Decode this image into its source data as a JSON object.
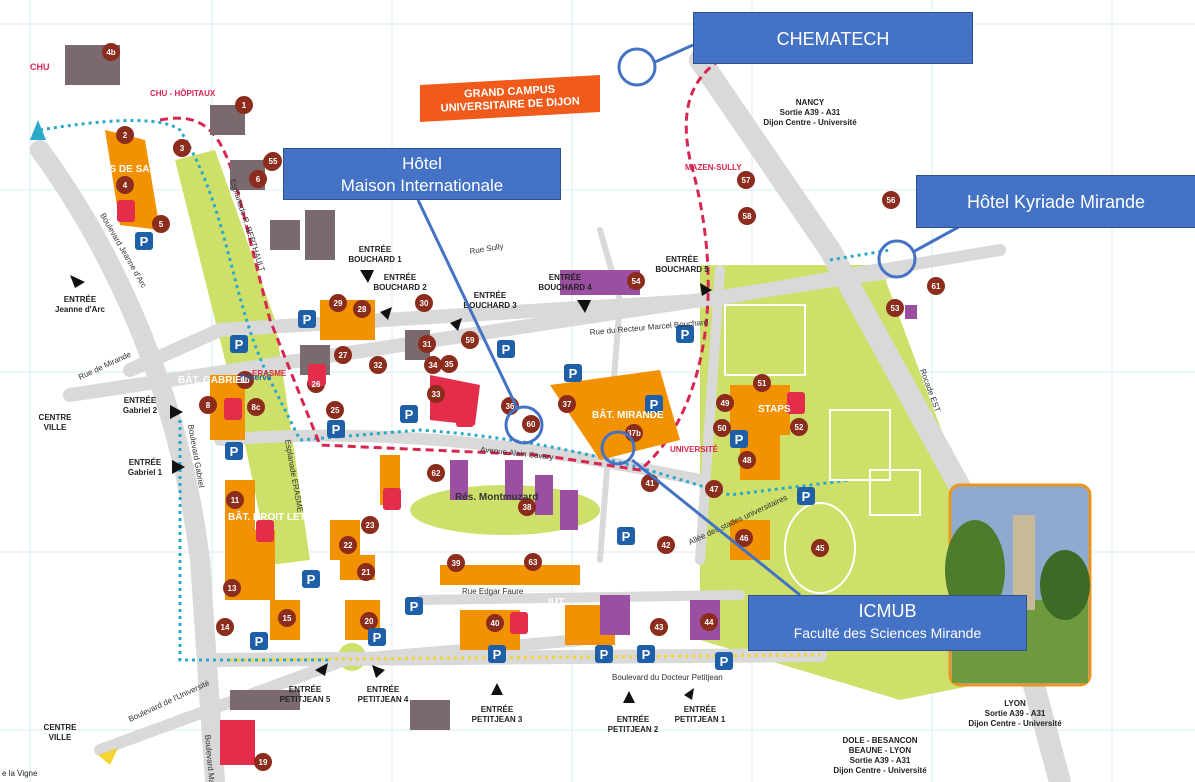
{
  "title": "GRAND CAMPUS\nUNIVERSITAIRE DE DIJON",
  "callouts": {
    "chematech": "CHEMATECH",
    "hotel_maison_line1": "Hôtel",
    "hotel_maison_line2": "Maison Internationale",
    "hotel_kyriade": "Hôtel Kyriade Mirande",
    "icmub_line1": "ICMUB",
    "icmub_line2": "Faculté des Sciences Mirande"
  },
  "directions": {
    "chu": "CHU",
    "chu_hopitaux": "CHU - HÔPITAUX",
    "nancy": "NANCY\nSortie A39 - A31\nDijon Centre - Université",
    "centre_ville_w": "CENTRE\nVILLE",
    "centre_ville_sw": "CENTRE\nVILLE",
    "lyon": "LYON\nSortie A39 - A31\nDijon Centre - Université",
    "dole": "DOLE - BESANCON\nBEAUNE - LYON\nSortie A39 - A31\nDijon Centre - Université",
    "la_vigne": "e la Vigne"
  },
  "entrances": [
    "ENTRÉE\nJeanne d'Arc",
    "ENTRÉE\nGabriel 2",
    "ENTRÉE\nGabriel 1",
    "ENTRÉE\nBOUCHARD 1",
    "ENTRÉE\nBOUCHARD 2",
    "ENTRÉE\nBOUCHARD 3",
    "ENTRÉE\nBOUCHARD 4",
    "ENTRÉE\nBOUCHARD 5",
    "ENTRÉE\nPETITJEAN 5",
    "ENTRÉE\nPETITJEAN 4",
    "ENTRÉE\nPETITJEAN 3",
    "ENTRÉE\nPETITJEAN 2",
    "ENTRÉE\nPETITJEAN 1"
  ],
  "streets": [
    "Rue Sully",
    "Rue du Recteur Marcel Bouchard",
    "Avenue Alain Savary",
    "Rue Edgar Faure",
    "Boulevard du Docteur Petitjean",
    "Boulevard de l'Université",
    "Boulevard Gabriel",
    "Rue de Mirande",
    "Boulevard Jeanne d'Arc",
    "Esplanade R. BERTHAULT",
    "Esplanade ERASME",
    "Rocade EST",
    "Allée des stades universitaires",
    "Boulevard Mansart"
  ],
  "areas": [
    "SCIENCES DE SANTÉ",
    "BÂT. GABRIEL",
    "BÂT. DROIT LETTRES",
    "BÂT. MIRANDE",
    "STAPS",
    "Rés. Montmuzard",
    "IUT",
    "ERASME",
    "UNIVERSITÉ",
    "MAZEN-SULLY",
    "Réservé"
  ],
  "parking_label": "P",
  "numbers": [
    "1",
    "2",
    "3",
    "4",
    "4b",
    "5",
    "6",
    "8",
    "8b",
    "8c",
    "11",
    "13",
    "14",
    "15",
    "19",
    "20",
    "21",
    "22",
    "23",
    "25",
    "26",
    "27",
    "28",
    "29",
    "30",
    "31",
    "32",
    "33",
    "34",
    "35",
    "36",
    "37",
    "37b",
    "38",
    "39",
    "40",
    "41",
    "42",
    "43",
    "44",
    "45",
    "46",
    "47",
    "48",
    "49",
    "50",
    "51",
    "52",
    "53",
    "54",
    "55",
    "56",
    "57",
    "58",
    "59",
    "60",
    "61",
    "62",
    "63"
  ],
  "colors": {
    "road": "#d9d9d9",
    "building": "#f39200",
    "building_dark": "#7a6a6e",
    "building_purple": "#9b4fa0",
    "parking": "#1f5fa8",
    "marker": "#8b2c1d",
    "green": "#c8dc55",
    "callout": "#4472c4",
    "tram_dotted": "#2aa9c9",
    "bus_dashed": "#d7264f"
  }
}
